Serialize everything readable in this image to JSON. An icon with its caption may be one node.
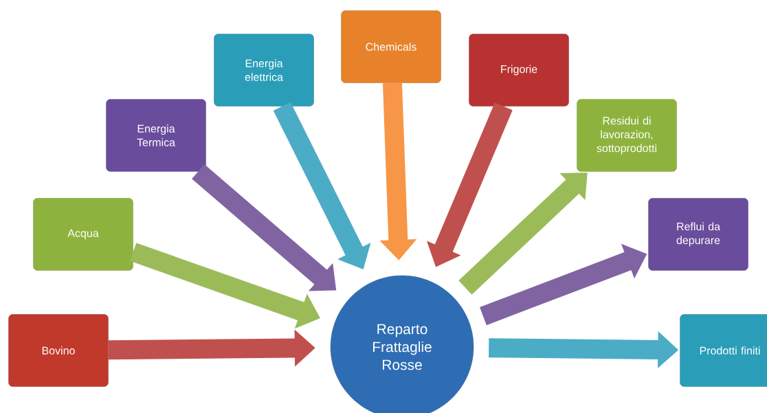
{
  "diagram": {
    "nodes": [
      {
        "text": [
          "Bovino"
        ]
      },
      {
        "text": [
          "Acqua"
        ]
      },
      {
        "text": [
          "Energia Termica"
        ]
      },
      {
        "text": [
          "Energia elettrica"
        ]
      },
      {
        "text": [
          "Chemicals"
        ]
      },
      {
        "text": [
          "Frigorie"
        ]
      },
      {
        "text": [
          "Residui di lavorazion, sottoprodotti"
        ]
      },
      {
        "text": [
          "Reflui da depurare"
        ]
      },
      {
        "text": [
          "Prodotti finiti"
        ]
      },
      {
        "text": [
          "Reparto Frattaglie Rosse"
        ]
      }
    ],
    "edges": [
      {
        "from": 0,
        "to": 9,
        "arrow": "to",
        "color": "#c0504d"
      },
      {
        "from": 1,
        "to": 9,
        "arrow": "to",
        "color": "#9bbb59"
      },
      {
        "from": 2,
        "to": 9,
        "arrow": "to",
        "color": "#8064a2"
      },
      {
        "from": 3,
        "to": 9,
        "arrow": "to",
        "color": "#4bacc6"
      },
      {
        "from": 4,
        "to": 9,
        "arrow": "to",
        "color": "#f79646"
      },
      {
        "from": 5,
        "to": 9,
        "arrow": "to",
        "color": "#c0504d"
      },
      {
        "from": 9,
        "to": 6,
        "arrow": "to",
        "color": "#9bbb59"
      },
      {
        "from": 9,
        "to": 7,
        "arrow": "to",
        "color": "#8064a2"
      },
      {
        "from": 9,
        "to": 8,
        "arrow": "to",
        "color": "#4bacc6"
      }
    ]
  }
}
